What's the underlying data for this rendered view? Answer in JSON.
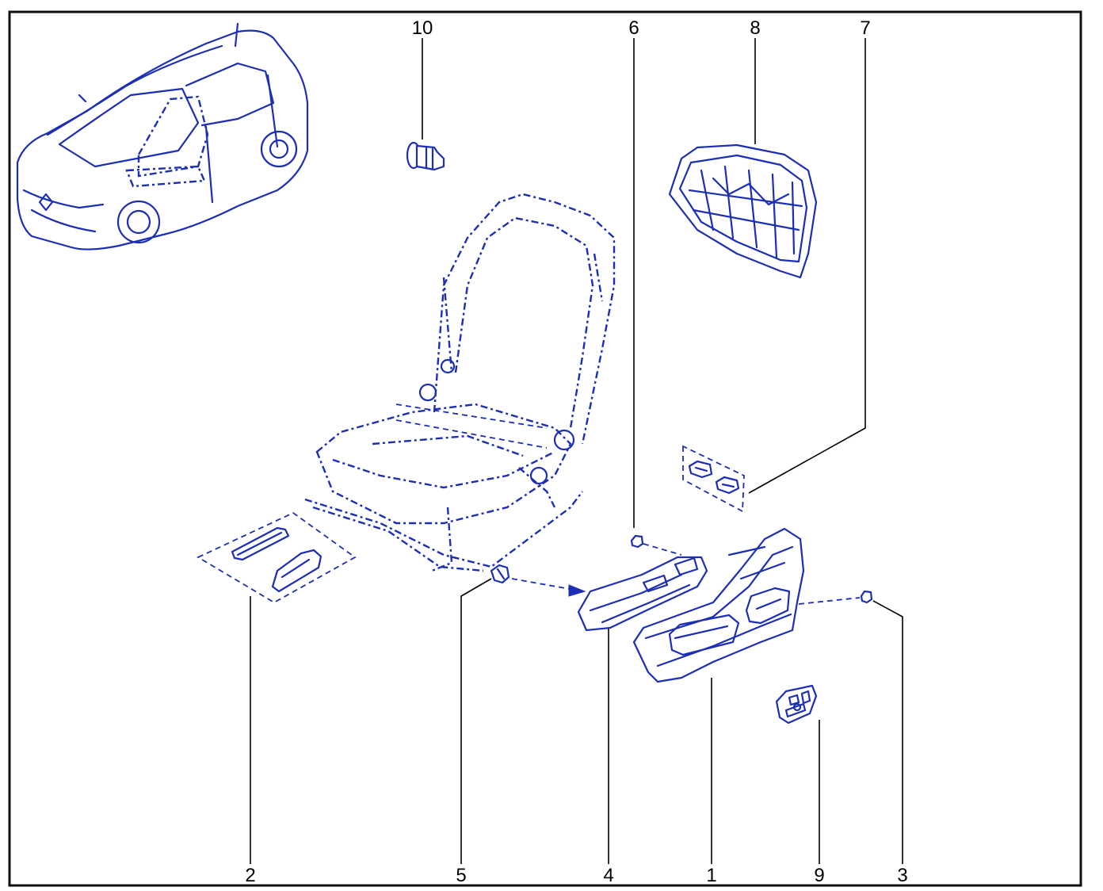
{
  "colors": {
    "parts": "#1c2fb4",
    "leaders": "#000000",
    "frame": "#111111"
  },
  "callouts": [
    {
      "id": "1",
      "label": "1"
    },
    {
      "id": "2",
      "label": "2"
    },
    {
      "id": "3",
      "label": "3"
    },
    {
      "id": "4",
      "label": "4"
    },
    {
      "id": "5",
      "label": "5"
    },
    {
      "id": "6",
      "label": "6"
    },
    {
      "id": "7",
      "label": "7"
    },
    {
      "id": "8",
      "label": "8"
    },
    {
      "id": "9",
      "label": "9"
    },
    {
      "id": "10",
      "label": "10"
    }
  ]
}
